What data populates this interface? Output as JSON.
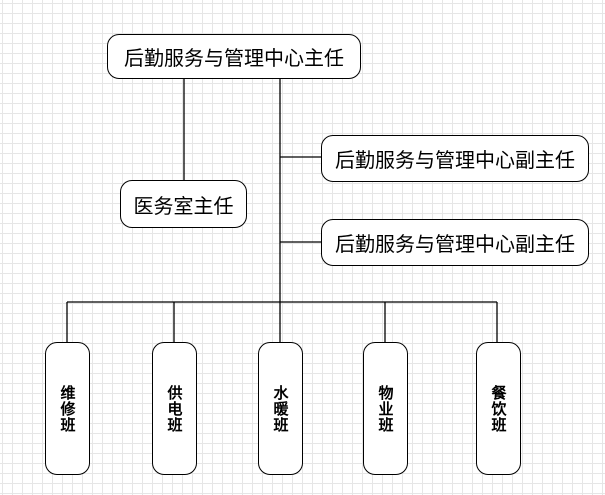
{
  "director": "后勤服务与管理中心主任",
  "deputies": [
    "后勤服务与管理中心副主任",
    "后勤服务与管理中心副主任"
  ],
  "clinic": "医务室主任",
  "teams": [
    "维修班",
    "供电班",
    "水暖班",
    "物业班",
    "餐饮班"
  ]
}
